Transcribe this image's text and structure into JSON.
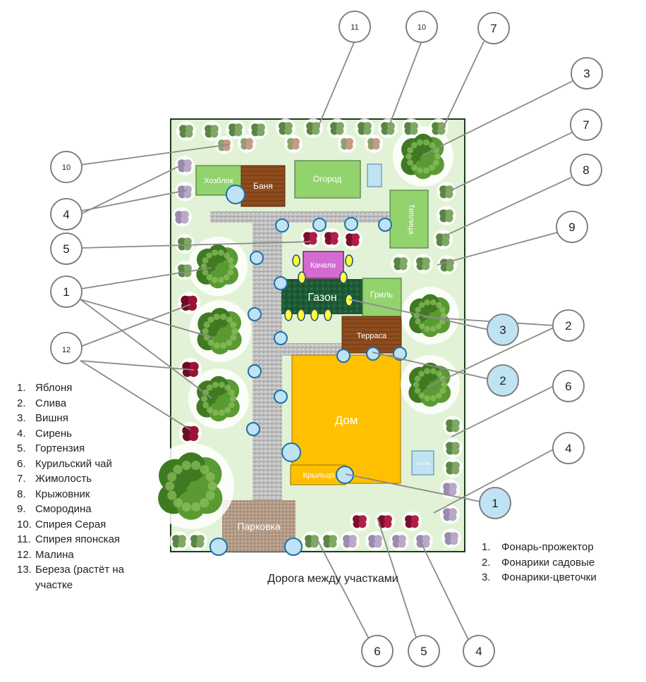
{
  "zones": {
    "khozblok": "Хозблок",
    "banya": "Баня",
    "ogorod": "Огород",
    "teplitsa": "Теплица",
    "kacheli": "Качели",
    "gazon": "Газон",
    "gril": "Гриль",
    "terrasa": "Терраса",
    "dom": "Дом",
    "kryltso": "Крыльцо",
    "parkovka": "Парковка",
    "sklad_box_top": "~~",
    "septik_box": "сеп тик"
  },
  "road_label": "Дорога между участками",
  "callouts": {
    "c11": "11",
    "c10_top": "10",
    "c7_top": "7",
    "c3_top": "3",
    "c7_right": "7",
    "c8": "8",
    "c9": "9",
    "c10_left": "10",
    "c4_left": "4",
    "c5_left": "5",
    "c1_left": "1",
    "c12": "12",
    "c2_right": "2",
    "c3_light": "3",
    "c2_light": "2",
    "c6_right": "6",
    "c4_right": "4",
    "c1_light": "1",
    "c6_bottom": "6",
    "c5_bottom": "5",
    "c4_bottom": "4"
  },
  "plant_legend": [
    {
      "n": "1.",
      "t": "Яблоня"
    },
    {
      "n": "2.",
      "t": "Слива"
    },
    {
      "n": "3.",
      "t": "Вишня"
    },
    {
      "n": "4.",
      "t": "Сирень"
    },
    {
      "n": "5.",
      "t": "Гортензия"
    },
    {
      "n": "6.",
      "t": "Курильский чай"
    },
    {
      "n": "7.",
      "t": "Жимолость"
    },
    {
      "n": "8.",
      "t": "Крыжовник"
    },
    {
      "n": "9.",
      "t": "Смородина"
    },
    {
      "n": "10.",
      "t": "Спирея Серая"
    },
    {
      "n": "11.",
      "t": "Спирея японская"
    },
    {
      "n": "12.",
      "t": "Малина"
    },
    {
      "n": "13.",
      "t": "Береза (растёт на"
    },
    {
      "n": "",
      "t": "участке"
    }
  ],
  "light_legend": [
    {
      "n": "1.",
      "t": "Фонарь-прожектор"
    },
    {
      "n": "2.",
      "t": "Фонарики садовые"
    },
    {
      "n": "3.",
      "t": "Фонарики-цветочки"
    }
  ],
  "colors": {
    "plot": "#e2f2d6",
    "garden_bed": "#92d36e",
    "wood": "#8b4a1c",
    "house": "#ffc000",
    "swing": "#d36bd0",
    "lawn": "#1f5a35",
    "path": "#b8b8b8",
    "lamp_blue": "#bfe3f2",
    "lamp_yellow": "#ffff3a",
    "tree_green": "#4f8f2a",
    "raspberry": "#9a1234",
    "lilac": "#b9a8c8"
  }
}
